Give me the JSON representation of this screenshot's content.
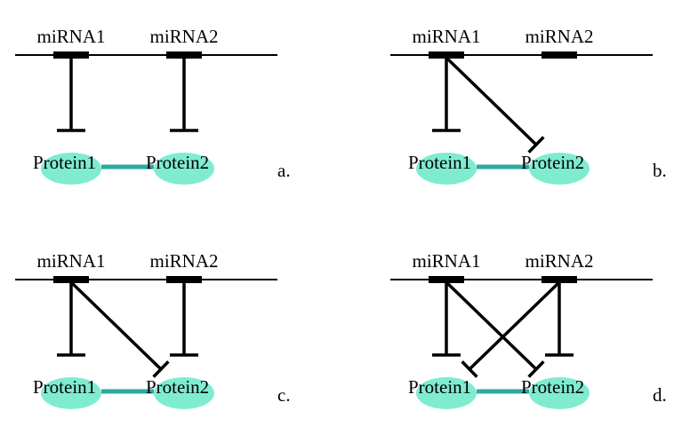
{
  "colors": {
    "protein_fill": "#7fecd0",
    "interaction_edge": "#2ea8a0",
    "line": "#000000"
  },
  "panels": [
    {
      "label": "a.",
      "mirnas": [
        "miRNA1",
        "miRNA2"
      ],
      "proteins": [
        "Protein1",
        "Protein2"
      ],
      "repressions": [
        {
          "from": "miRNA1",
          "to": "Protein1"
        },
        {
          "from": "miRNA2",
          "to": "Protein2"
        }
      ],
      "protein_interaction": [
        "Protein1",
        "Protein2"
      ]
    },
    {
      "label": "b.",
      "mirnas": [
        "miRNA1",
        "miRNA2"
      ],
      "proteins": [
        "Protein1",
        "Protein2"
      ],
      "repressions": [
        {
          "from": "miRNA1",
          "to": "Protein1"
        },
        {
          "from": "miRNA1",
          "to": "Protein2"
        }
      ],
      "protein_interaction": [
        "Protein1",
        "Protein2"
      ]
    },
    {
      "label": "c.",
      "mirnas": [
        "miRNA1",
        "miRNA2"
      ],
      "proteins": [
        "Protein1",
        "Protein2"
      ],
      "repressions": [
        {
          "from": "miRNA1",
          "to": "Protein1"
        },
        {
          "from": "miRNA1",
          "to": "Protein2"
        },
        {
          "from": "miRNA2",
          "to": "Protein2"
        }
      ],
      "protein_interaction": [
        "Protein1",
        "Protein2"
      ]
    },
    {
      "label": "d.",
      "mirnas": [
        "miRNA1",
        "miRNA2"
      ],
      "proteins": [
        "Protein1",
        "Protein2"
      ],
      "repressions": [
        {
          "from": "miRNA1",
          "to": "Protein1"
        },
        {
          "from": "miRNA1",
          "to": "Protein2"
        },
        {
          "from": "miRNA2",
          "to": "Protein1"
        },
        {
          "from": "miRNA2",
          "to": "Protein2"
        }
      ],
      "protein_interaction": [
        "Protein1",
        "Protein2"
      ]
    }
  ]
}
